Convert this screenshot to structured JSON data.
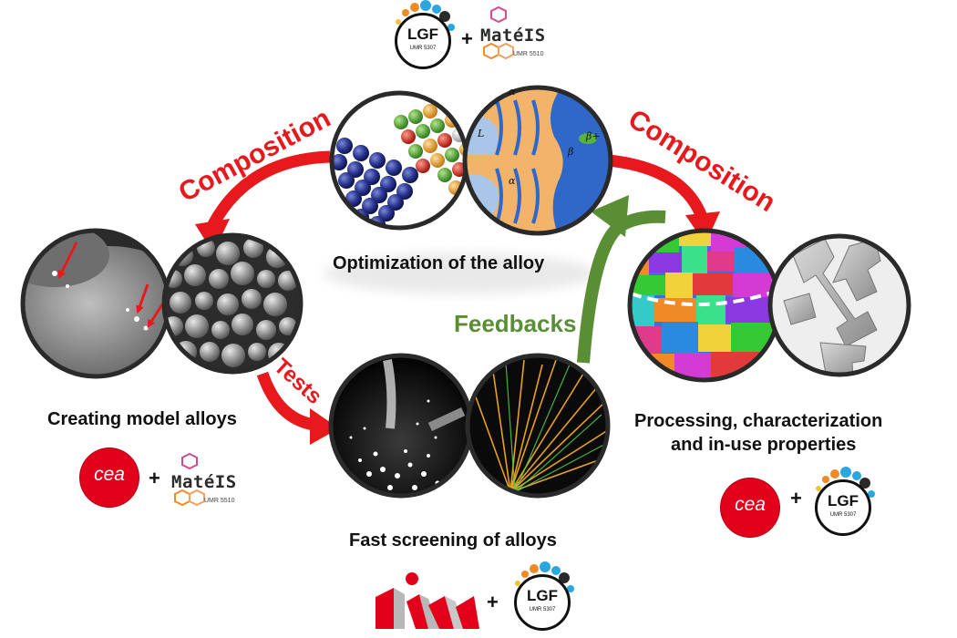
{
  "labels": {
    "optimization": "Optimization of the alloy",
    "creating": "Creating model alloys",
    "processing_line1": "Processing, characterization",
    "processing_line2": "and in-use properties",
    "screening": "Fast screening of alloys"
  },
  "arrows": {
    "composition_left": "Composition",
    "composition_right": "Composition",
    "tests": "Tests",
    "feedbacks": "Feedbacks"
  },
  "logos": {
    "lgf": "LGF",
    "lgf_umr": "UMR 5307",
    "mateis": "MatéIS",
    "mateis_umr": "UMR 5510",
    "cea": "cea",
    "plus": "+"
  },
  "micro_labels": {
    "alpha_top": "α",
    "l": "L",
    "beta_plus": "β+",
    "beta": "β",
    "alpha_bottom": "α"
  },
  "colors": {
    "red_arrow": "#e8191d",
    "green_arrow": "#5a8e34",
    "cea_red": "#e3001b",
    "ring_border": "#2a2a2a"
  }
}
